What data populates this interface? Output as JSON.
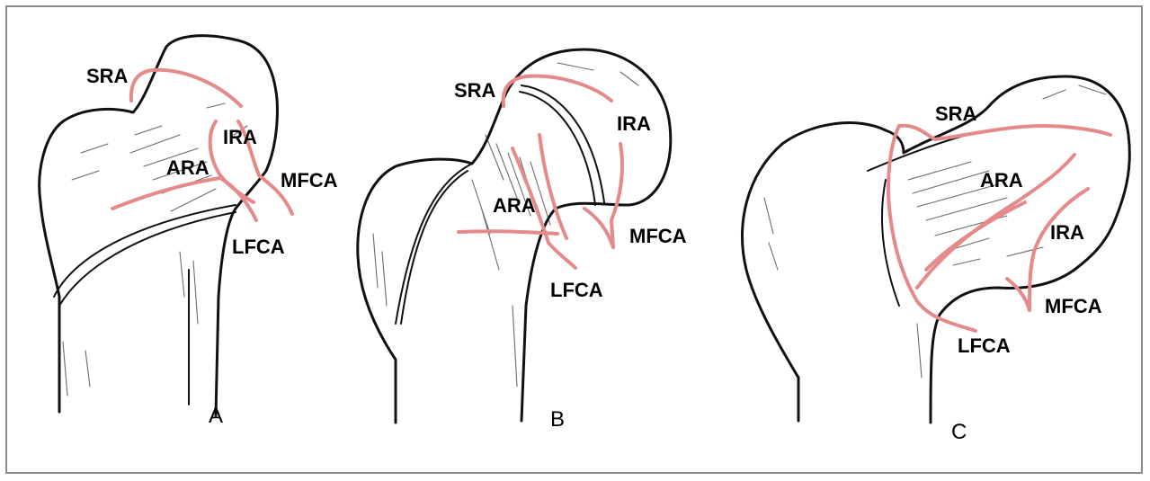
{
  "figure": {
    "panels": [
      {
        "id": "A",
        "label": "A",
        "vessel_labels": {
          "sra": "SRA",
          "ira": "IRA",
          "ara": "ARA",
          "mfca": "MFCA",
          "lfca": "LFCA"
        }
      },
      {
        "id": "B",
        "label": "B",
        "vessel_labels": {
          "sra": "SRA",
          "ira": "IRA",
          "ara": "ARA",
          "mfca": "MFCA",
          "lfca": "LFCA"
        }
      },
      {
        "id": "C",
        "label": "C",
        "vessel_labels": {
          "sra": "SRA",
          "ira": "IRA",
          "ara": "ARA",
          "mfca": "MFCA",
          "lfca": "LFCA"
        }
      }
    ],
    "colors": {
      "vessel": "#e58a8a",
      "outline": "#111111",
      "border": "#8c8c8c"
    }
  }
}
